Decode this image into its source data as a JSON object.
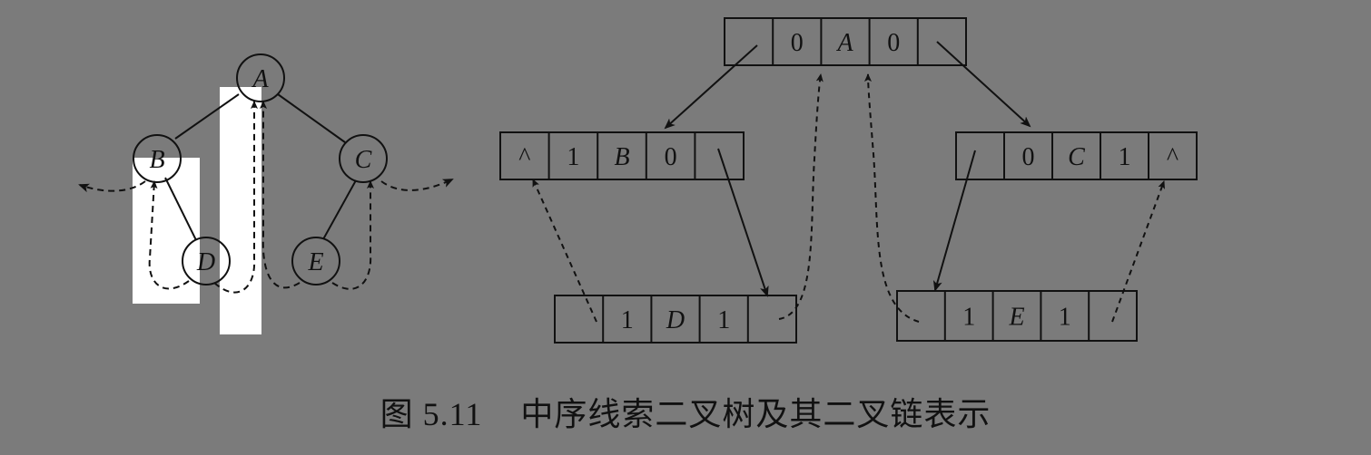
{
  "tree": {
    "nodes": [
      {
        "id": "A",
        "label": "A"
      },
      {
        "id": "B",
        "label": "B"
      },
      {
        "id": "C",
        "label": "C"
      },
      {
        "id": "D",
        "label": "D"
      },
      {
        "id": "E",
        "label": "E"
      }
    ],
    "edges": [
      [
        "A",
        "B"
      ],
      [
        "A",
        "C"
      ],
      [
        "B",
        "D"
      ],
      [
        "C",
        "E"
      ]
    ],
    "threads": [
      {
        "from": "D",
        "to": "B"
      },
      {
        "from": "D",
        "to": "A"
      },
      {
        "from": "E",
        "to": "A"
      },
      {
        "from": "E",
        "to": "C"
      },
      {
        "from": "B",
        "to": "null-left"
      },
      {
        "from": "C",
        "to": "null-right"
      }
    ]
  },
  "structure": {
    "nodes": [
      {
        "id": "A",
        "cells": [
          "",
          "0",
          "A",
          "0",
          ""
        ]
      },
      {
        "id": "B",
        "cells": [
          "^",
          "1",
          "B",
          "0",
          ""
        ]
      },
      {
        "id": "C",
        "cells": [
          "",
          "0",
          "C",
          "1",
          "^"
        ]
      },
      {
        "id": "D",
        "cells": [
          "",
          "1",
          "D",
          "1",
          ""
        ]
      },
      {
        "id": "E",
        "cells": [
          "",
          "1",
          "E",
          "1",
          ""
        ]
      }
    ]
  },
  "caption": {
    "number": "图 5.11",
    "text": "中序线索二叉树及其二叉链表示"
  },
  "colors": {
    "background": "#7b7b7b",
    "line": "#111111",
    "mask": "#ffffff"
  }
}
